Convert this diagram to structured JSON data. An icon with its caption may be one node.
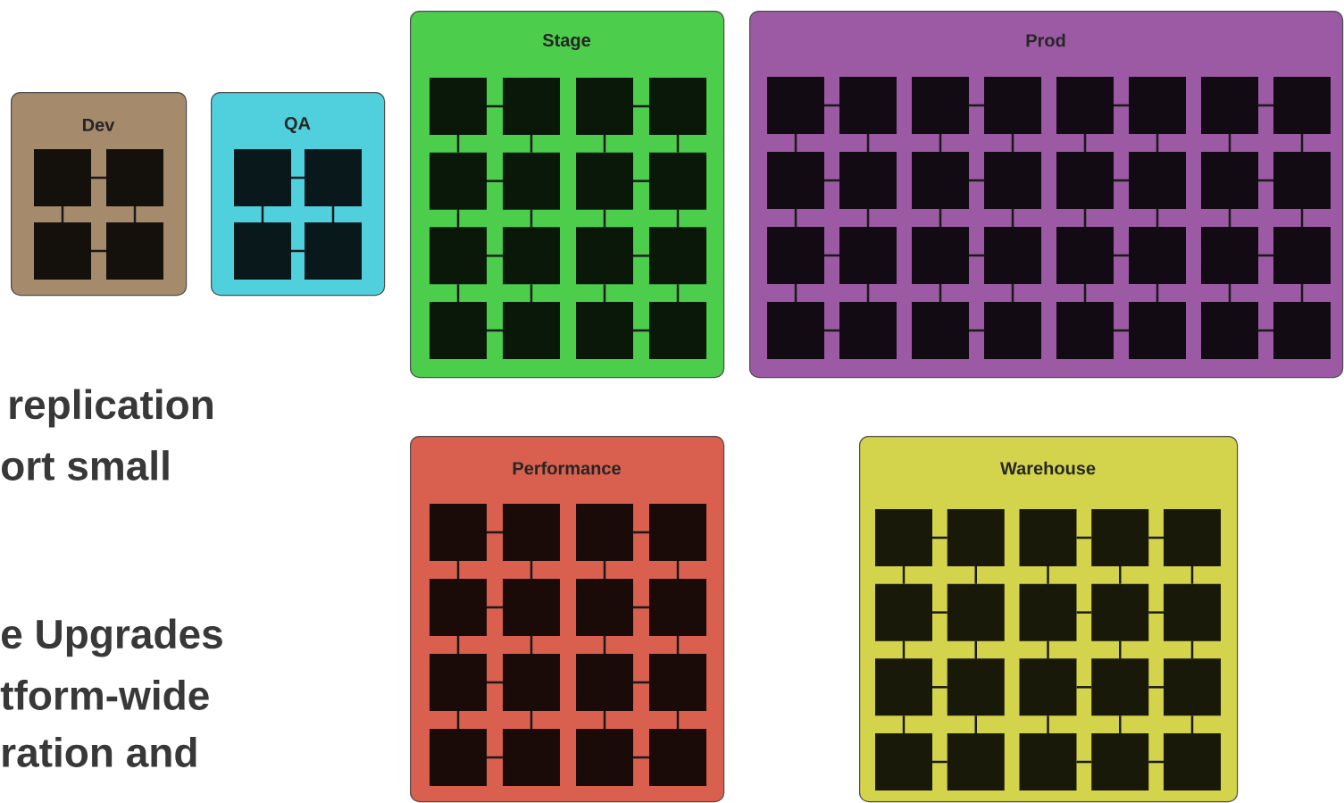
{
  "diagram": {
    "nodes": [
      {
        "text": [
          "Dev"
        ]
      },
      {
        "text": [
          "QA"
        ]
      },
      {
        "text": [
          "Stage"
        ]
      },
      {
        "text": [
          "Prod"
        ]
      },
      {
        "text": [
          "Performance"
        ]
      },
      {
        "text": [
          "Warehouse"
        ]
      }
    ],
    "labels": [
      "replication",
      "ort small",
      "e Upgrades",
      "tform-wide",
      "ration and"
    ]
  }
}
